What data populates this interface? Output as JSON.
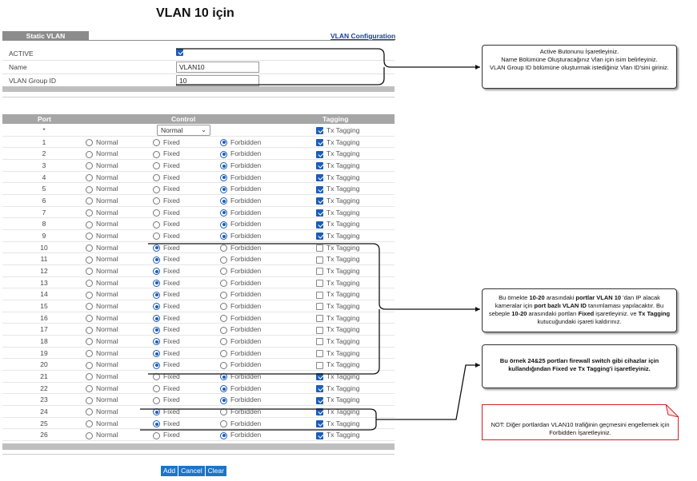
{
  "page_title": "VLAN 10 için",
  "tab": {
    "label": "Static VLAN"
  },
  "link": {
    "label": "VLAN Configuration"
  },
  "form": {
    "active_label": "ACTIVE",
    "active_checked": true,
    "name_label": "Name",
    "name_value": "VLAN10",
    "group_label": "VLAN Group ID",
    "group_value": "10"
  },
  "table": {
    "headers": {
      "port": "Port",
      "control": "Control",
      "tagging": "Tagging"
    },
    "all_row": {
      "port": "*",
      "control_value": "Normal",
      "tagging_label": "Tx Tagging",
      "tagging_checked": true
    },
    "labels": {
      "normal": "Normal",
      "fixed": "Fixed",
      "forbidden": "Forbidden",
      "tx": "Tx Tagging"
    },
    "rows": [
      {
        "port": "1",
        "control": "forbidden",
        "tx": true
      },
      {
        "port": "2",
        "control": "forbidden",
        "tx": true
      },
      {
        "port": "3",
        "control": "forbidden",
        "tx": true
      },
      {
        "port": "4",
        "control": "forbidden",
        "tx": true
      },
      {
        "port": "5",
        "control": "forbidden",
        "tx": true
      },
      {
        "port": "6",
        "control": "forbidden",
        "tx": true
      },
      {
        "port": "7",
        "control": "forbidden",
        "tx": true
      },
      {
        "port": "8",
        "control": "forbidden",
        "tx": true
      },
      {
        "port": "9",
        "control": "forbidden",
        "tx": true
      },
      {
        "port": "10",
        "control": "fixed",
        "tx": false
      },
      {
        "port": "11",
        "control": "fixed",
        "tx": false
      },
      {
        "port": "12",
        "control": "fixed",
        "tx": false
      },
      {
        "port": "13",
        "control": "fixed",
        "tx": false
      },
      {
        "port": "14",
        "control": "fixed",
        "tx": false
      },
      {
        "port": "15",
        "control": "fixed",
        "tx": false
      },
      {
        "port": "16",
        "control": "fixed",
        "tx": false
      },
      {
        "port": "17",
        "control": "fixed",
        "tx": false
      },
      {
        "port": "18",
        "control": "fixed",
        "tx": false
      },
      {
        "port": "19",
        "control": "fixed",
        "tx": false
      },
      {
        "port": "20",
        "control": "fixed",
        "tx": false
      },
      {
        "port": "21",
        "control": "forbidden",
        "tx": true
      },
      {
        "port": "22",
        "control": "forbidden",
        "tx": true
      },
      {
        "port": "23",
        "control": "forbidden",
        "tx": true
      },
      {
        "port": "24",
        "control": "fixed",
        "tx": true
      },
      {
        "port": "25",
        "control": "fixed",
        "tx": true
      },
      {
        "port": "26",
        "control": "forbidden",
        "tx": true
      }
    ]
  },
  "buttons": {
    "add": "Add",
    "cancel": "Cancel",
    "clear": "Clear"
  },
  "callouts": {
    "c1": [
      "Active Butonunu İşaretleyiniz.",
      "Name Bölümüne Oluşturacağınız Vlan için isim belirleyiniz.",
      "VLAN Group ID bölümüne oluşturmak istediğiniz Vlan ID'sini giriniz."
    ],
    "c2_a": "Bu örnekte ",
    "c2_b": "10-20",
    "c2_c": " arasındaki ",
    "c2_d": "portlar VLAN 10",
    "c2_e": " 'dan IP alacak kameralar için ",
    "c2_f": "port bazlı VLAN ID",
    "c2_g": " tanımlaması yapılacaktır. Bu sebeple ",
    "c2_h": "10-20",
    "c2_i": " arasındaki portları ",
    "c2_j": "Fixed",
    "c2_k": " işaretleyiniz. ve ",
    "c2_l": "Tx Tagging",
    "c2_m": " kutucuğundaki işareti kaldırınız.",
    "c3_a": "Bu örnek 24&25 portları firewall switch gibi cihazlar için kullandığından ",
    "c3_b": "Fixed ve Tx Tagging'i işaretleyiniz.",
    "note": "NOT: Diğer portlardan VLAN10 trafiğinin geçmesini engellemek için Forbidden İşaretleyiniz."
  },
  "colors": {
    "accent": "#1c5db8",
    "button": "#1f73c6",
    "header": "#a6a6a6",
    "note_border": "#d0202a"
  }
}
